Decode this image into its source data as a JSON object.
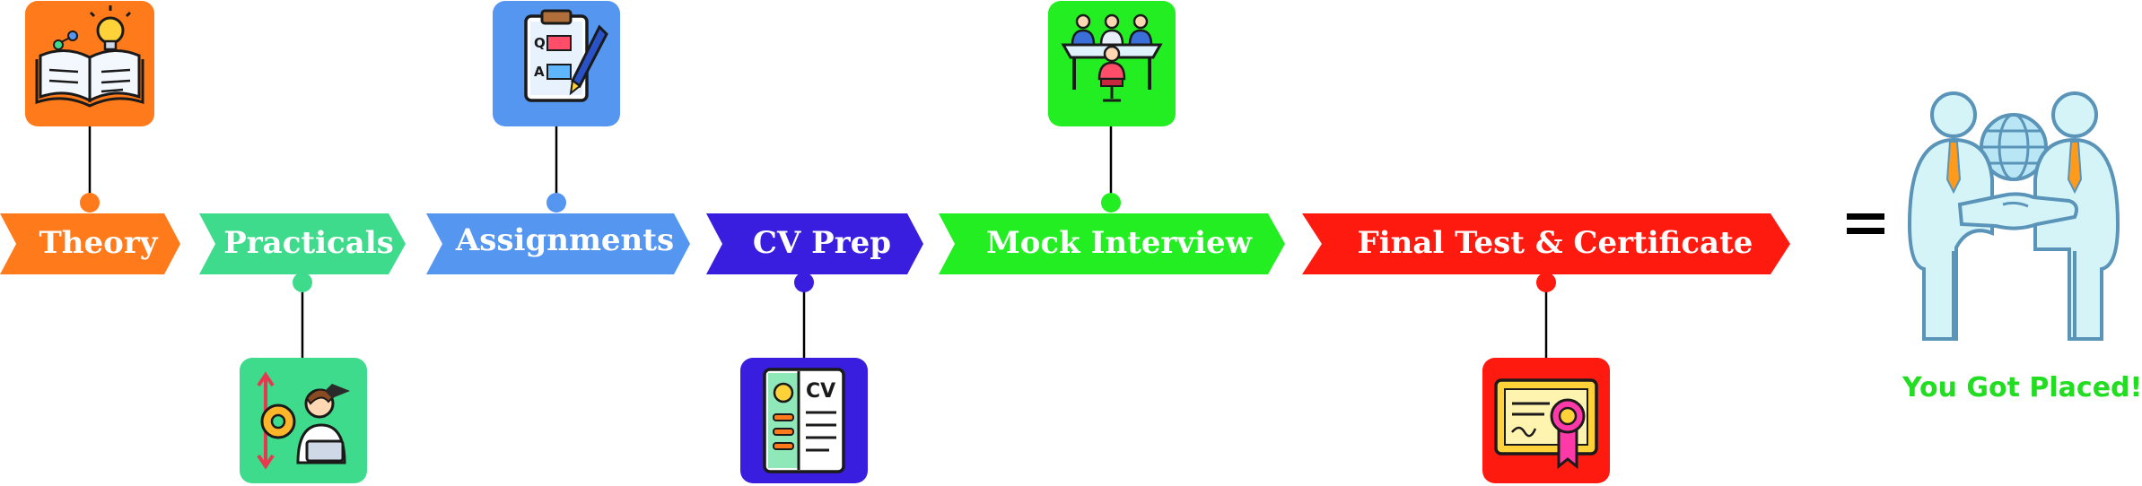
{
  "steps": [
    {
      "label": "Theory",
      "color": "#ff7a1a",
      "icon": "open-book-lightbulb-icon"
    },
    {
      "label": "Practicals",
      "color": "#3fdb8c",
      "icon": "gear-learner-laptop-icon"
    },
    {
      "label": "Assignments",
      "color": "#5597f0",
      "icon": "clipboard-qa-pen-icon"
    },
    {
      "label": "CV Prep",
      "color": "#3a1ee0",
      "icon": "cv-document-icon"
    },
    {
      "label": "Mock Interview",
      "color": "#22ee22",
      "icon": "interview-panel-icon"
    },
    {
      "label": "Final Test & Certificate",
      "color": "#ff1a10",
      "icon": "certificate-ribbon-icon"
    }
  ],
  "cv_icon_text": "CV",
  "qa_icon_letters": {
    "q": "Q",
    "a": "A"
  },
  "equals_symbol": "=",
  "result": {
    "label": "You Got Placed!",
    "color": "#22dd22",
    "icon": "handshake-globe-icon"
  }
}
